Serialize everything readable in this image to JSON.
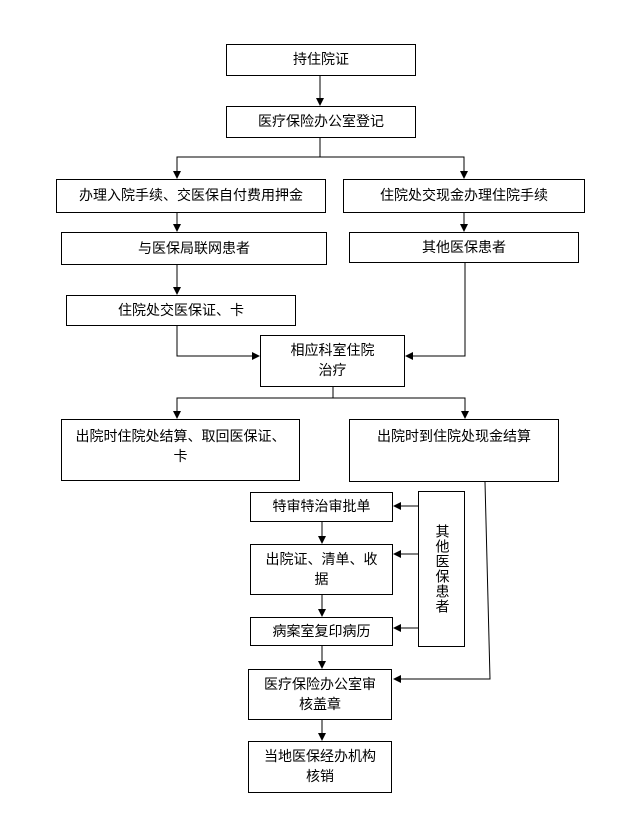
{
  "nodes": {
    "start": "持住院证",
    "register": "医疗保险办公室登记",
    "admit_deposit": "办理入院手续、交医保自付费用押金",
    "cash_admit": "住院处交现金办理住院手续",
    "networked": "与医保局联网患者",
    "other_patients": "其他医保患者",
    "hand_in_card": "住院处交医保证、卡",
    "treatment": "相应科室住院治疗",
    "discharge_settle": "出院时住院处结算、取回医保证、卡",
    "cash_settle": "出院时到住院处现金结算",
    "special_approval": "特审特治审批单",
    "discharge_docs": "出院证、清单、收据",
    "copy_records": "病案室复印病历",
    "office_review": "医疗保险办公室审核盖章",
    "local_agency": "当地医保经办机构核销",
    "side_other": "其他医保患者"
  }
}
